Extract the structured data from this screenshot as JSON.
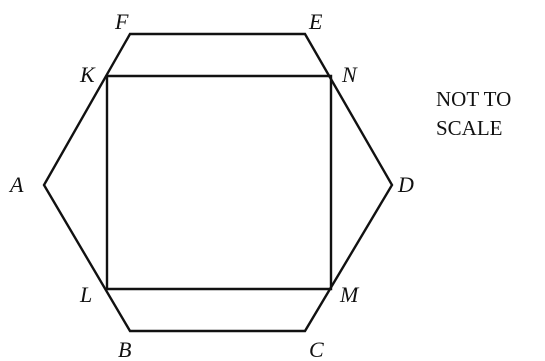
{
  "figure": {
    "vertex_labels": {
      "A": "A",
      "B": "B",
      "C": "C",
      "D": "D",
      "E": "E",
      "F": "F",
      "K": "K",
      "L": "L",
      "M": "M",
      "N": "N"
    },
    "note": {
      "line1": "NOT TO",
      "line2": "SCALE"
    },
    "shapes": {
      "outer": "hexagon ABCDEF",
      "inner": "square KLMN"
    }
  }
}
